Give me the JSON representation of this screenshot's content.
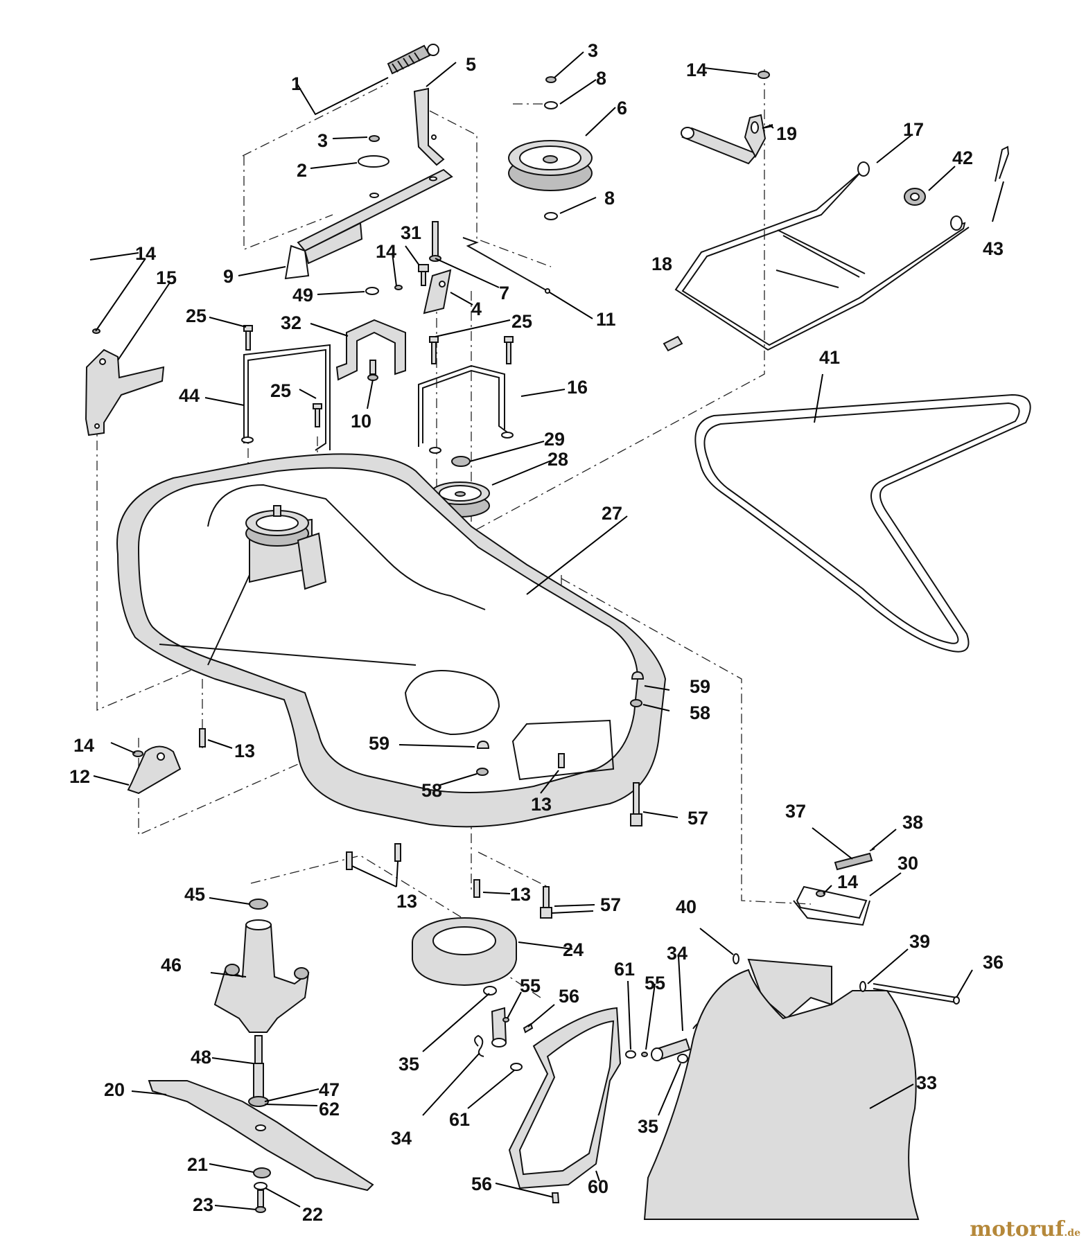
{
  "watermark": {
    "name": "motoruf",
    "suffix": ".de"
  },
  "callouts": [
    {
      "id": "c1",
      "text": "1"
    },
    {
      "id": "c2",
      "text": "2"
    },
    {
      "id": "c3a",
      "text": "3"
    },
    {
      "id": "c3b",
      "text": "3"
    },
    {
      "id": "c4",
      "text": "4"
    },
    {
      "id": "c5",
      "text": "5"
    },
    {
      "id": "c6",
      "text": "6"
    },
    {
      "id": "c7",
      "text": "7"
    },
    {
      "id": "c8a",
      "text": "8"
    },
    {
      "id": "c8b",
      "text": "8"
    },
    {
      "id": "c9",
      "text": "9"
    },
    {
      "id": "c10",
      "text": "10"
    },
    {
      "id": "c11",
      "text": "11"
    },
    {
      "id": "c12",
      "text": "12"
    },
    {
      "id": "c13a",
      "text": "13"
    },
    {
      "id": "c13b",
      "text": "13"
    },
    {
      "id": "c13c",
      "text": "13"
    },
    {
      "id": "c13d",
      "text": "13"
    },
    {
      "id": "c14a",
      "text": "14"
    },
    {
      "id": "c14b",
      "text": "14"
    },
    {
      "id": "c14c",
      "text": "14"
    },
    {
      "id": "c14d",
      "text": "14"
    },
    {
      "id": "c14e",
      "text": "14"
    },
    {
      "id": "c15",
      "text": "15"
    },
    {
      "id": "c16",
      "text": "16"
    },
    {
      "id": "c17",
      "text": "17"
    },
    {
      "id": "c18",
      "text": "18"
    },
    {
      "id": "c19",
      "text": "19"
    },
    {
      "id": "c20",
      "text": "20"
    },
    {
      "id": "c21",
      "text": "21"
    },
    {
      "id": "c22",
      "text": "22"
    },
    {
      "id": "c23",
      "text": "23"
    },
    {
      "id": "c24",
      "text": "24"
    },
    {
      "id": "c25a",
      "text": "25"
    },
    {
      "id": "c25b",
      "text": "25"
    },
    {
      "id": "c25c",
      "text": "25"
    },
    {
      "id": "c27",
      "text": "27"
    },
    {
      "id": "c28",
      "text": "28"
    },
    {
      "id": "c29",
      "text": "29"
    },
    {
      "id": "c30",
      "text": "30"
    },
    {
      "id": "c31",
      "text": "31"
    },
    {
      "id": "c32",
      "text": "32"
    },
    {
      "id": "c33",
      "text": "33"
    },
    {
      "id": "c34a",
      "text": "34"
    },
    {
      "id": "c34b",
      "text": "34"
    },
    {
      "id": "c35a",
      "text": "35"
    },
    {
      "id": "c35b",
      "text": "35"
    },
    {
      "id": "c36",
      "text": "36"
    },
    {
      "id": "c37",
      "text": "37"
    },
    {
      "id": "c38",
      "text": "38"
    },
    {
      "id": "c39",
      "text": "39"
    },
    {
      "id": "c40",
      "text": "40"
    },
    {
      "id": "c41",
      "text": "41"
    },
    {
      "id": "c42",
      "text": "42"
    },
    {
      "id": "c43",
      "text": "43"
    },
    {
      "id": "c44",
      "text": "44"
    },
    {
      "id": "c45",
      "text": "45"
    },
    {
      "id": "c46",
      "text": "46"
    },
    {
      "id": "c47",
      "text": "47"
    },
    {
      "id": "c48",
      "text": "48"
    },
    {
      "id": "c49",
      "text": "49"
    },
    {
      "id": "c55a",
      "text": "55"
    },
    {
      "id": "c55b",
      "text": "55"
    },
    {
      "id": "c56a",
      "text": "56"
    },
    {
      "id": "c56b",
      "text": "56"
    },
    {
      "id": "c57a",
      "text": "57"
    },
    {
      "id": "c57b",
      "text": "57"
    },
    {
      "id": "c58a",
      "text": "58"
    },
    {
      "id": "c58b",
      "text": "58"
    },
    {
      "id": "c59a",
      "text": "59"
    },
    {
      "id": "c59b",
      "text": "59"
    },
    {
      "id": "c60",
      "text": "60"
    },
    {
      "id": "c61a",
      "text": "61"
    },
    {
      "id": "c61b",
      "text": "61"
    },
    {
      "id": "c62",
      "text": "62"
    }
  ]
}
